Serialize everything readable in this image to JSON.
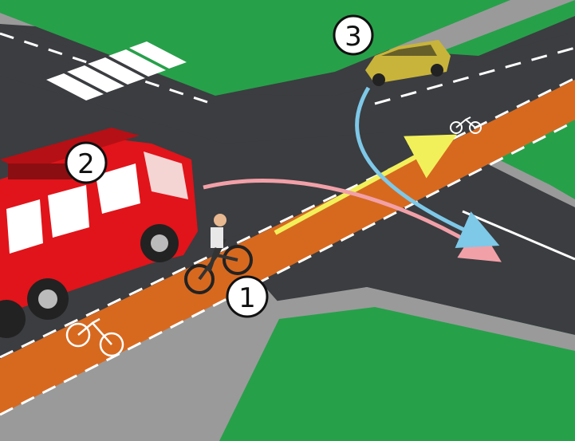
{
  "participants": [
    {
      "id": "cyclist",
      "label": "1",
      "path_color": "#f2f05a"
    },
    {
      "id": "fire-truck",
      "label": "2",
      "path_color": "#f2a0a8"
    },
    {
      "id": "car",
      "label": "3",
      "path_color": "#7ec8e8"
    }
  ],
  "colors": {
    "grass": "#27a04a",
    "curb": "#9a9a9a",
    "road": "#3b3d40",
    "bike_lane": "#d7691f",
    "truck": "#e0141a",
    "car": "#c8b43a"
  },
  "icons": [
    "bicycle-symbol-icon"
  ]
}
